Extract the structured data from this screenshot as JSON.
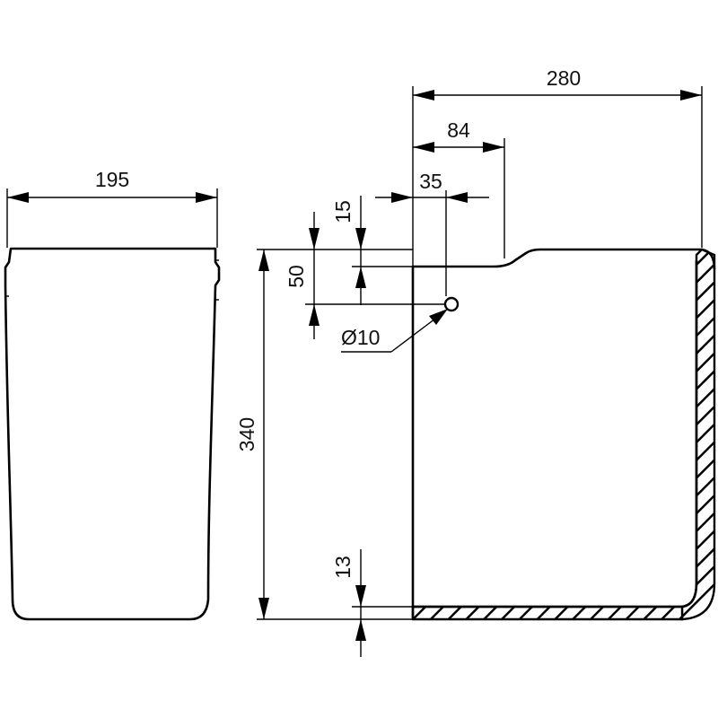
{
  "dimensions": {
    "side_width": "195",
    "total_width": "280",
    "inlet_offset": "84",
    "hole_offset": "35",
    "top_gap": "15",
    "hole_height": "50",
    "hole_diameter": "Ø10",
    "total_height": "340",
    "bottom_thickness": "13"
  },
  "colors": {
    "line": "#000000",
    "background": "#ffffff"
  }
}
